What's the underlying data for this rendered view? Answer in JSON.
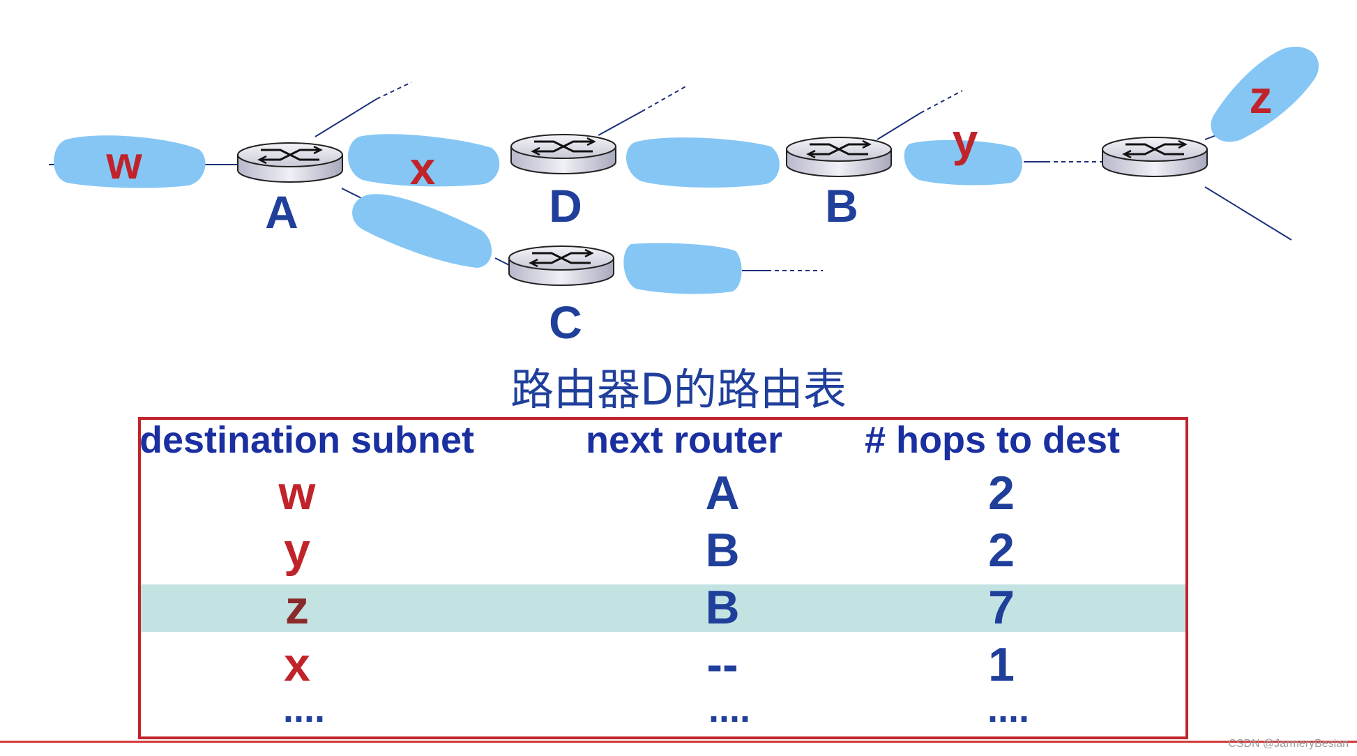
{
  "network": {
    "subnets": {
      "w": "w",
      "x": "x",
      "y": "y",
      "z": "z"
    },
    "routers": {
      "A": "A",
      "B": "B",
      "C": "C",
      "D": "D"
    }
  },
  "title": "路由器D的路由表",
  "table": {
    "headers": [
      "destination subnet",
      "next  router",
      "# hops to dest"
    ],
    "rows": [
      {
        "dest": "w",
        "next": "A",
        "hops": "2"
      },
      {
        "dest": "y",
        "next": "B",
        "hops": "2"
      },
      {
        "dest": "z",
        "next": "B",
        "hops": "7"
      },
      {
        "dest": "x",
        "next": "--",
        "hops": "1"
      },
      {
        "dest": "....",
        "next": "....",
        "hops": "...."
      }
    ],
    "highlighted_row": 2
  },
  "colors": {
    "subnet": "#85c6f5",
    "label_red": "#c0242a",
    "label_blue": "#1f3f9b",
    "highlight": "#c2e3e2"
  },
  "watermark": "CSDN @JarmeryBesian"
}
